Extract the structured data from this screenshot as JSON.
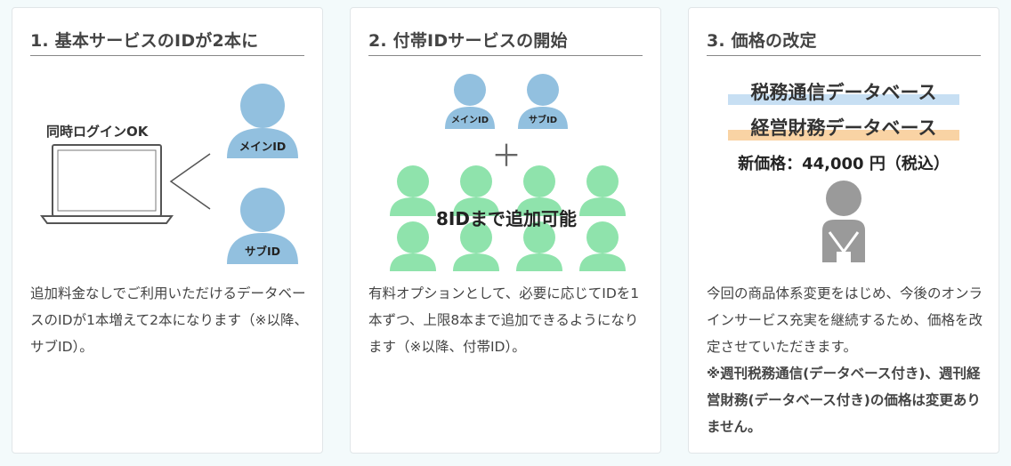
{
  "cards": [
    {
      "title": "1. 基本サービスのIDが2本に",
      "illustration": {
        "caption": "同時ログインOK",
        "main_label": "メインID",
        "sub_label": "サブID"
      },
      "description": "追加料金なしでご利用いただけるデータベースのIDが1本増えて2本になります（※以降、サブID）。"
    },
    {
      "title": "2. 付帯IDサービスの開始",
      "illustration": {
        "main_label": "メインID",
        "sub_label": "サブID",
        "plus": "＋",
        "overlay_text": "8IDまで追加可能"
      },
      "description": "有料オプションとして、必要に応じてIDを1本ずつ、上限8本まで追加できるようになります（※以降、付帯ID）。"
    },
    {
      "title": "3. 価格の改定",
      "illustration": {
        "db_line1": "税務通信データベース",
        "db_line2": "経営財務データベース",
        "price": "新価格：44,000 円（税込）"
      },
      "description": "今回の商品体系変更をはじめ、今後のオンラインサービス充実を継続するため、価格を改定させていただきます。",
      "note": "※週刊税務通信(データベース付き)、週刊経営財務(データベース付き)の価格は変更ありません。"
    }
  ],
  "colors": {
    "blue_person": "#92c0df",
    "green_person": "#8fe3ac",
    "gray_person": "#9a9a9a",
    "highlight_blue": "#c7dff3",
    "highlight_orange": "#f9d3a4"
  }
}
